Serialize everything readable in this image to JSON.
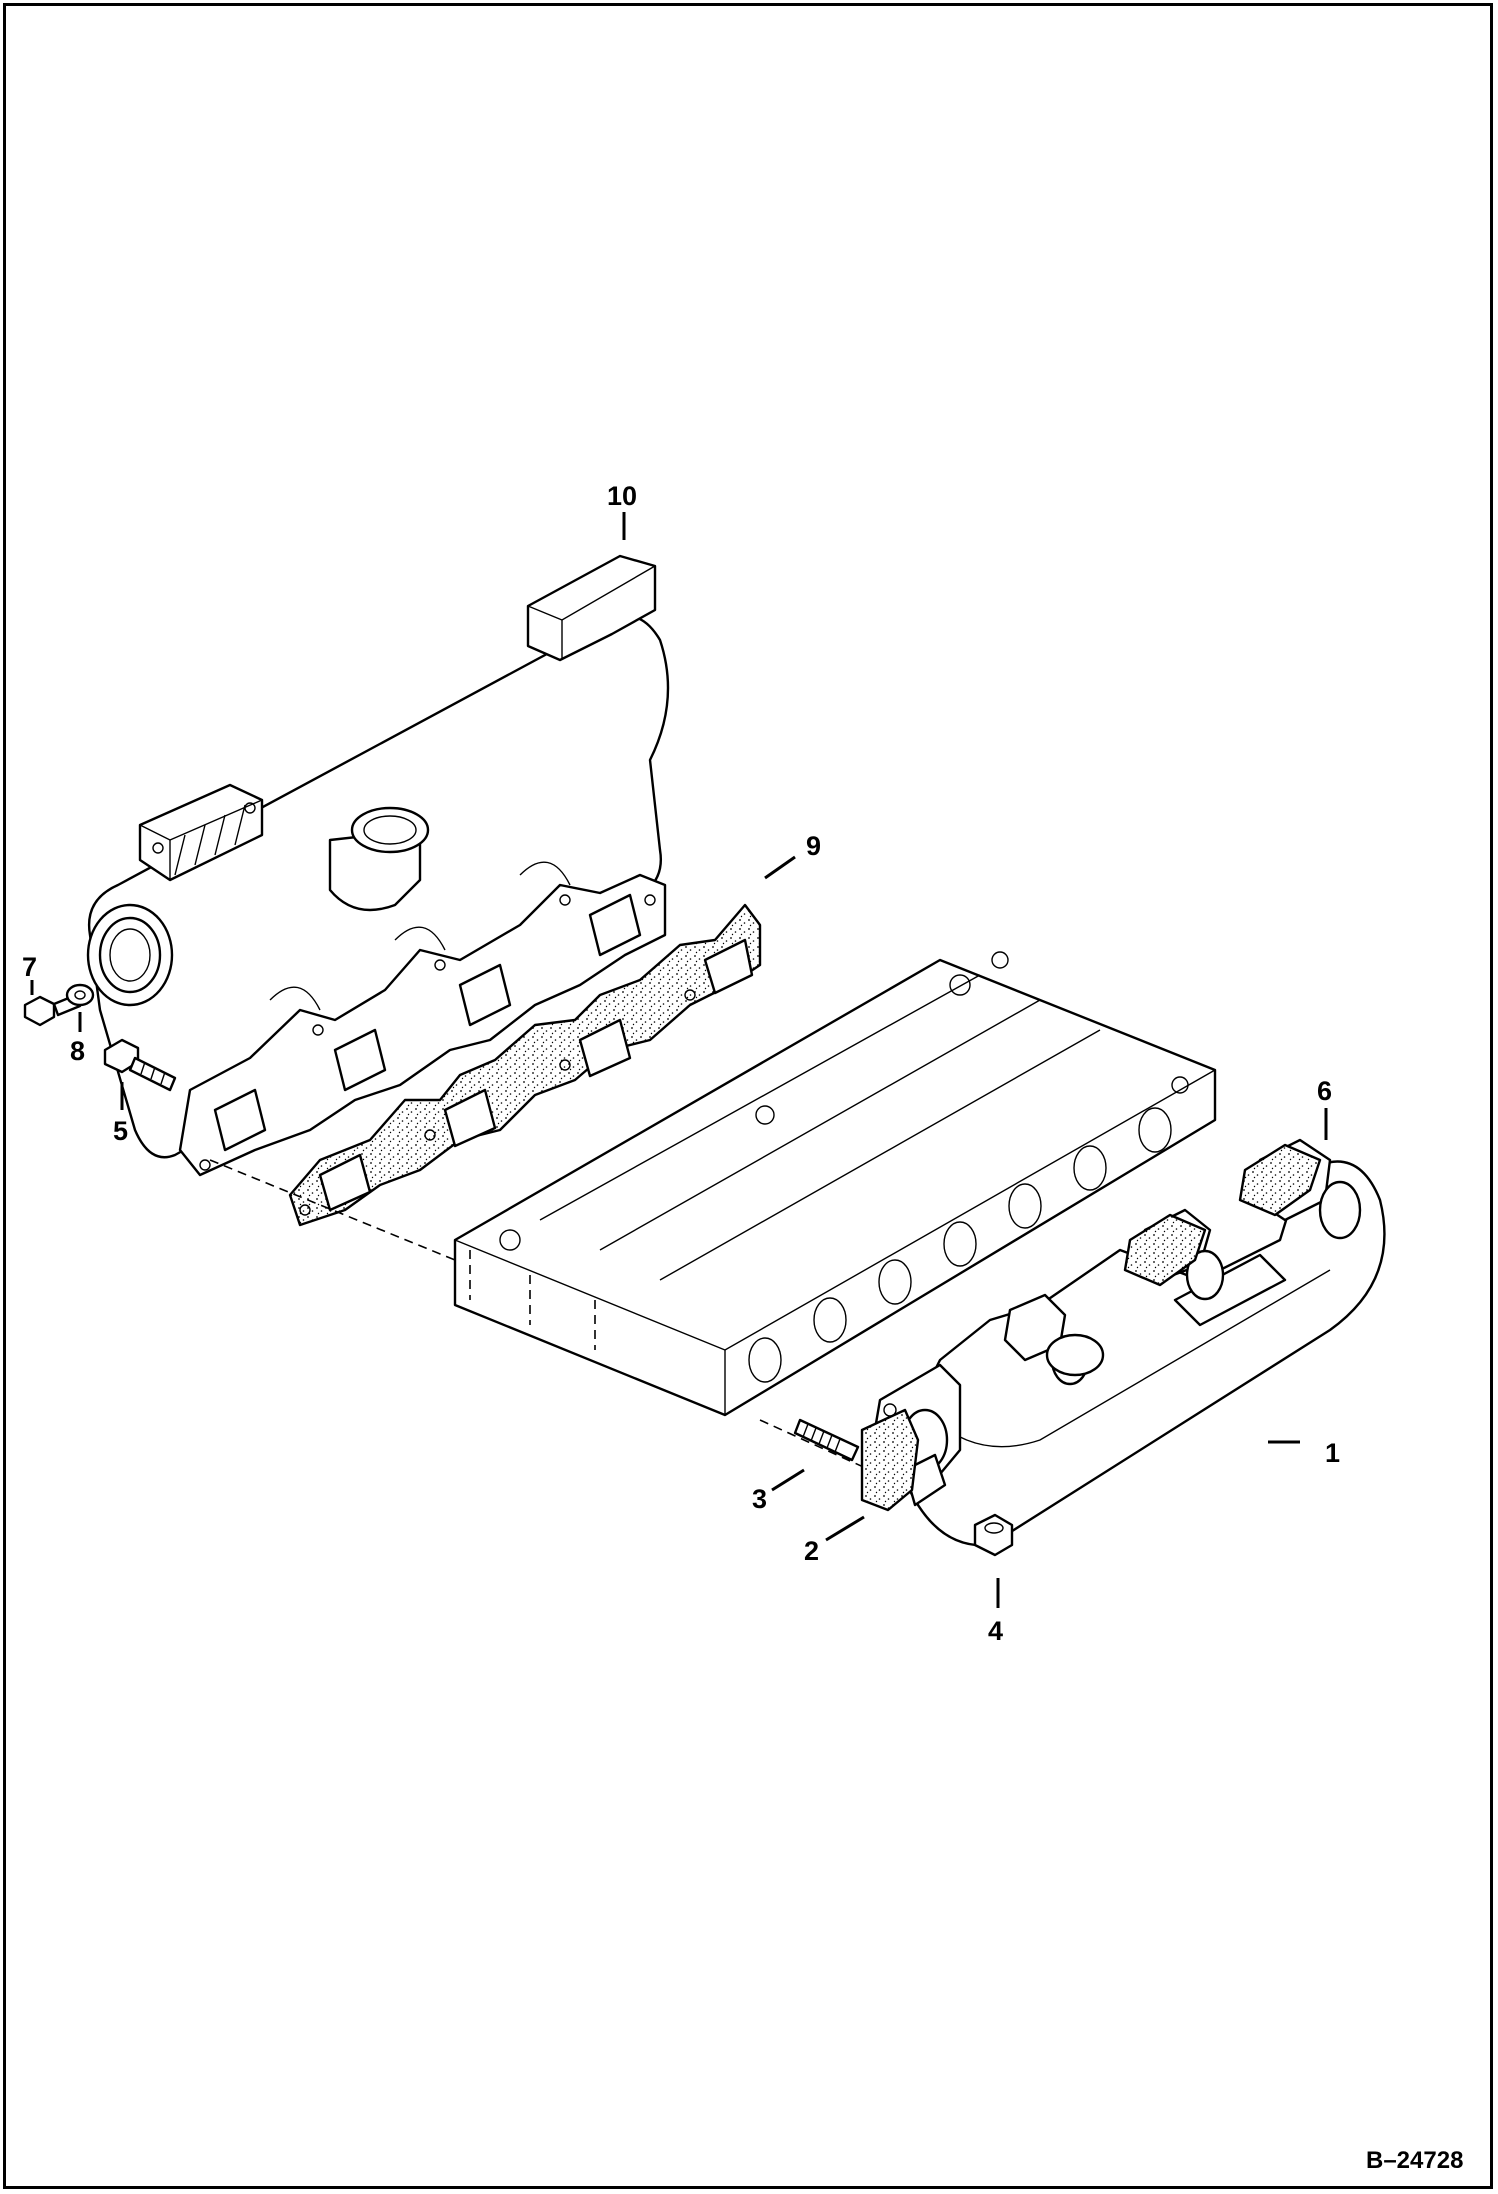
{
  "figure_id": "B–24728",
  "callouts": [
    {
      "id": "callout-1",
      "label": "1"
    },
    {
      "id": "callout-2",
      "label": "2"
    },
    {
      "id": "callout-3",
      "label": "3"
    },
    {
      "id": "callout-4",
      "label": "4"
    },
    {
      "id": "callout-5",
      "label": "5"
    },
    {
      "id": "callout-6",
      "label": "6"
    },
    {
      "id": "callout-7",
      "label": "7"
    },
    {
      "id": "callout-8",
      "label": "8"
    },
    {
      "id": "callout-9",
      "label": "9"
    },
    {
      "id": "callout-10",
      "label": "10"
    }
  ],
  "colors": {
    "line": "#000000",
    "paper": "#ffffff",
    "gasket_dots": "#000000"
  }
}
